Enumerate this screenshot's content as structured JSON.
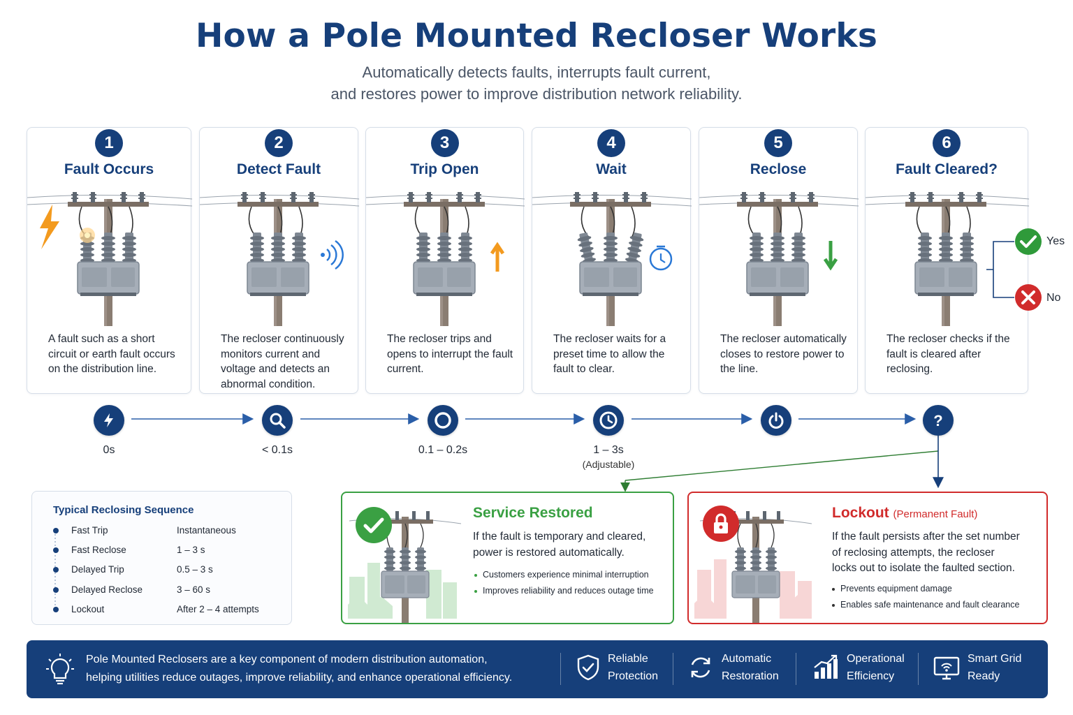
{
  "header": {
    "title": "How a Pole Mounted Recloser Works",
    "subtitle_line1": "Automatically detects faults, interrupts fault current,",
    "subtitle_line2": "and restores power to improve distribution network reliability."
  },
  "steps": [
    {
      "number": "1",
      "title": "Fault Occurs",
      "desc": "A fault such as a short circuit or earth fault occurs on the distribution line.",
      "accent": "#f39a1e"
    },
    {
      "number": "2",
      "title": "Detect Fault",
      "desc": "The recloser continuously monitors current and voltage and detects an abnormal condition.",
      "accent": "#2a78d6"
    },
    {
      "number": "3",
      "title": "Trip Open",
      "desc": "The recloser trips and opens to interrupt the fault current.",
      "accent": "#f39a1e"
    },
    {
      "number": "4",
      "title": "Wait",
      "desc": "The recloser waits for a preset time to allow the fault to clear.",
      "accent": "#2a78d6"
    },
    {
      "number": "5",
      "title": "Reclose",
      "desc": "The recloser automatically closes to restore power to the line.",
      "accent": "#3aa043"
    },
    {
      "number": "6",
      "title": "Fault Cleared?",
      "desc": "The recloser checks if the fault is cleared after reclosing.",
      "accent": "#163f7a"
    }
  ],
  "decision": {
    "yes": "Yes",
    "no": "No"
  },
  "timeline": [
    {
      "icon": "lightning-icon",
      "label": "0s",
      "sub": ""
    },
    {
      "icon": "search-icon",
      "label": "< 0.1s",
      "sub": ""
    },
    {
      "icon": "circle-icon",
      "label": "0.1 – 0.2s",
      "sub": ""
    },
    {
      "icon": "clock-icon",
      "label": "1 – 3s",
      "sub": "(Adjustable)"
    },
    {
      "icon": "power-icon",
      "label": "",
      "sub": ""
    },
    {
      "icon": "question-icon",
      "label": "",
      "sub": ""
    }
  ],
  "sequence": {
    "title": "Typical Reclosing Sequence",
    "rows": [
      {
        "name": "Fast Trip",
        "value": "Instantaneous"
      },
      {
        "name": "Fast Reclose",
        "value": "1 – 3 s"
      },
      {
        "name": "Delayed Trip",
        "value": "0.5 – 3 s"
      },
      {
        "name": "Delayed Reclose",
        "value": "3 – 60 s"
      },
      {
        "name": "Lockout",
        "value": "After 2 – 4 attempts"
      }
    ]
  },
  "restored": {
    "title": "Service Restored",
    "desc_line1": "If the fault is temporary and cleared,",
    "desc_line2": "power is restored automatically.",
    "bullets": [
      "Customers experience minimal interruption",
      "Improves reliability and reduces outage time"
    ],
    "color": "#3aa043"
  },
  "lockout": {
    "title": "Lockout",
    "paren": "(Permanent Fault)",
    "desc_line1": "If the fault persists after the set number",
    "desc_line2": "of reclosing attempts, the recloser",
    "desc_line3": "locks out to isolate the faulted section.",
    "bullets": [
      "Prevents equipment damage",
      "Enables safe maintenance and fault clearance"
    ],
    "color": "#d12b2b"
  },
  "footer": {
    "line1": "Pole Mounted Reclosers are a key component of modern distribution automation,",
    "line2": "helping utilities reduce outages, improve reliability, and enhance operational efficiency.",
    "features": [
      {
        "icon": "shield-icon",
        "line1": "Reliable",
        "line2": "Protection"
      },
      {
        "icon": "refresh-icon",
        "line1": "Automatic",
        "line2": "Restoration"
      },
      {
        "icon": "chart-icon",
        "line1": "Operational",
        "line2": "Efficiency"
      },
      {
        "icon": "monitor-icon",
        "line1": "Smart Grid",
        "line2": "Ready"
      }
    ]
  },
  "colors": {
    "primary": "#163f7a",
    "success": "#3aa043",
    "danger": "#d12b2b",
    "warning": "#f39a1e"
  }
}
